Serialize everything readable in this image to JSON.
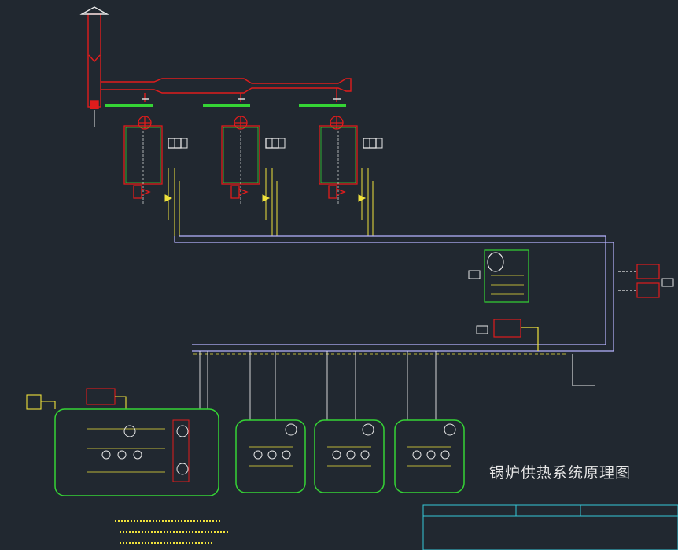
{
  "drawing": {
    "title": "锅炉供热系统原理图",
    "colors": {
      "background": "#212830",
      "flue_and_boiler": "#e01c1c",
      "water_pipe": "#b7b3ff",
      "zone_border": "#35d435",
      "annotation": "#f0e23c",
      "equipment_white": "#f2f2f2",
      "frame_cyan": "#35c8d8"
    },
    "boilers": [
      {
        "id": "boiler-1"
      },
      {
        "id": "boiler-2"
      },
      {
        "id": "boiler-3"
      }
    ],
    "zones": [
      {
        "id": "zone-1"
      },
      {
        "id": "zone-2"
      },
      {
        "id": "zone-3"
      },
      {
        "id": "zone-4"
      }
    ],
    "title_block": {
      "cells": [
        "",
        "",
        ""
      ]
    }
  }
}
